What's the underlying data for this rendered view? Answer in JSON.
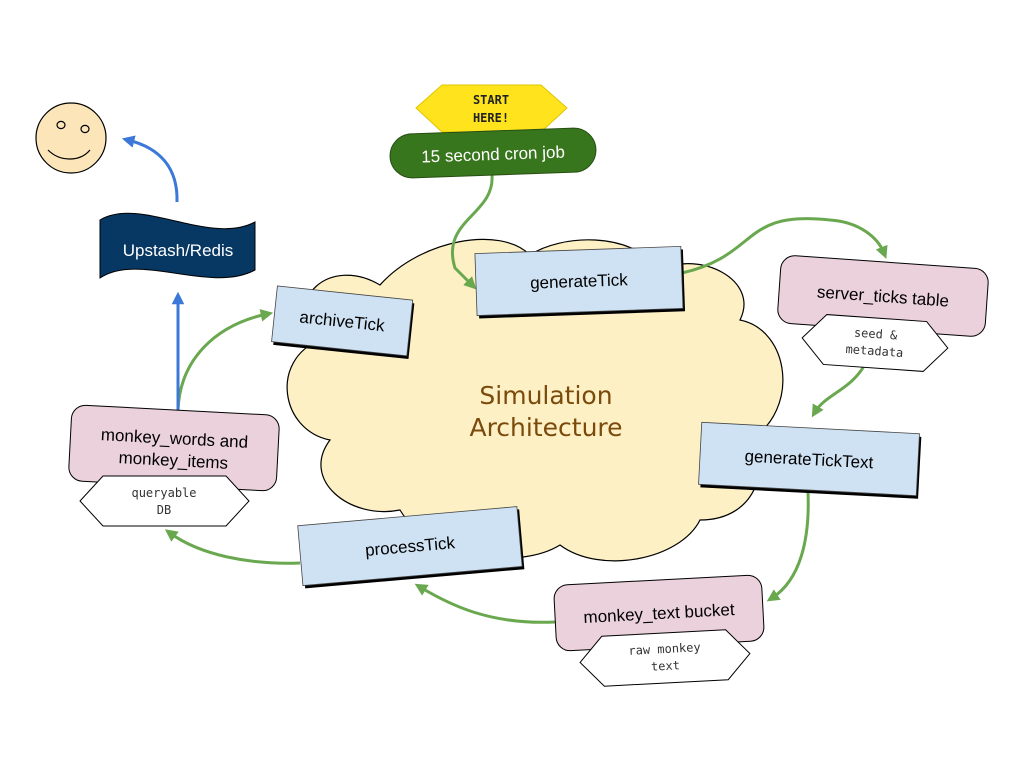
{
  "start_badge": {
    "line1": "START",
    "line2": "HERE!"
  },
  "cron_job": {
    "label": "15 second cron job"
  },
  "cloud": {
    "title_line1": "Simulation",
    "title_line2": "Architecture"
  },
  "functions": {
    "generate_tick": "generateTick",
    "archive_tick": "archiveTick",
    "generate_tick_text": "generateTickText",
    "process_tick": "processTick"
  },
  "stores": {
    "server_ticks": {
      "title": "server_ticks table",
      "tag_line1": "seed &",
      "tag_line2": "metadata"
    },
    "monkey_text": {
      "title": "monkey_text bucket",
      "tag_line1": "raw monkey",
      "tag_line2": "text"
    },
    "monkey_words": {
      "title_line1": "monkey_words and",
      "title_line2": "monkey_items",
      "tag_line1": "queryable",
      "tag_line2": "DB"
    }
  },
  "cache": {
    "label": "Upstash/Redis"
  },
  "colors": {
    "cloud_fill": "#fdf0c4",
    "cloud_text": "#7a4a0c",
    "function_fill": "#cfe2f3",
    "store_fill": "#ead1dc",
    "cron_fill": "#38761d",
    "start_fill": "#ffe31c",
    "cache_fill": "#073763",
    "green_arrow": "#6aa84f",
    "blue_arrow": "#3c78d8",
    "smiley_fill": "#fce5b9"
  },
  "icons": {
    "user": "smiley-face-icon"
  }
}
